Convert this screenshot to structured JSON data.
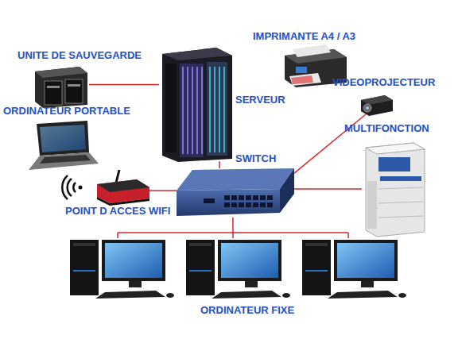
{
  "diagram": {
    "nodes": [
      {
        "text": [
          "IMPRIMANTE A4 / A3"
        ]
      },
      {
        "text": [
          "UNITE DE SAUVEGARDE"
        ]
      },
      {
        "text": [
          "SERVEUR"
        ]
      },
      {
        "text": [
          "VIDEOPROJECTEUR"
        ]
      },
      {
        "text": [
          "ORDINATEUR PORTABLE"
        ]
      },
      {
        "text": [
          "MULTIFONCTION"
        ]
      },
      {
        "text": [
          "SWITCH"
        ]
      },
      {
        "text": [
          "POINT D ACCES WIFI"
        ]
      },
      {
        "text": [
          "ORDINATEUR FIXE"
        ]
      }
    ],
    "edges": [
      {
        "from": 1,
        "to": 2,
        "arrow": "none"
      },
      {
        "from": 2,
        "to": 6,
        "arrow": "none"
      },
      {
        "from": 6,
        "to": 7,
        "arrow": "none"
      },
      {
        "from": 6,
        "to": 3,
        "arrow": "none"
      },
      {
        "from": 6,
        "to": 5,
        "arrow": "none"
      },
      {
        "from": 6,
        "to": 8,
        "arrow": "none"
      }
    ]
  }
}
